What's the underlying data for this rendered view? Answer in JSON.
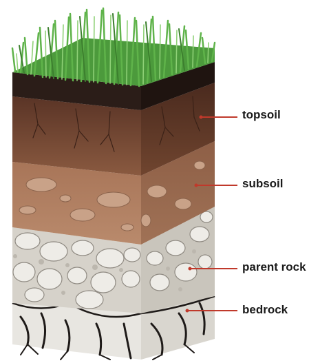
{
  "layers": [
    {
      "id": "topsoil",
      "label": "topsoil"
    },
    {
      "id": "subsoil",
      "label": "subsoil"
    },
    {
      "id": "parent-rock",
      "label": "parent rock"
    },
    {
      "id": "bedrock",
      "label": "bedrock"
    }
  ],
  "colors": {
    "grass": "#5fb34a",
    "humus": "#2b1d18",
    "topsoil": "#7a4a34",
    "subsoil": "#a8765a",
    "parent_rock": "#d8d4cc",
    "bedrock": "#e6e4df",
    "leader_line": "#c0392b"
  }
}
